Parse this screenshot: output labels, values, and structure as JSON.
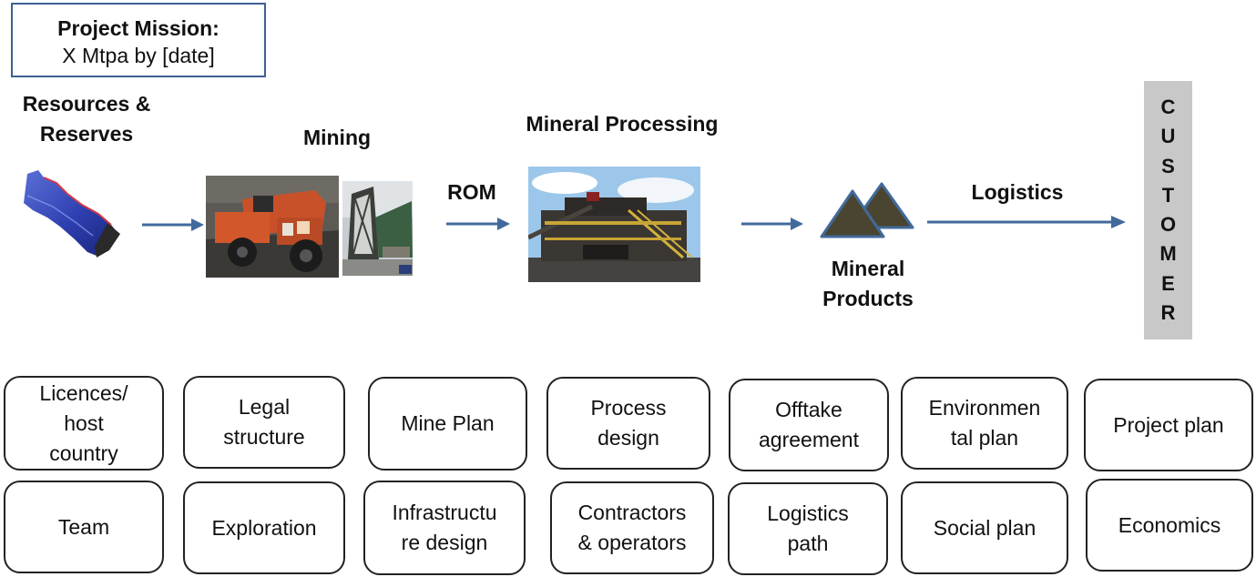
{
  "mission": {
    "title": "Project Mission:",
    "subtitle": "X Mtpa by [date]"
  },
  "stages": {
    "resources": "Resources &\nReserves",
    "mining": "Mining",
    "rom": "ROM",
    "processing": "Mineral Processing",
    "products": "Mineral\nProducts",
    "logistics": "Logistics"
  },
  "customer": [
    "C",
    "U",
    "S",
    "T",
    "O",
    "M",
    "E",
    "R"
  ],
  "boxes_row1": [
    "Licences/\nhost\ncountry",
    "Legal\nstructure",
    "Mine Plan",
    "Process\ndesign",
    "Offtake\nagreement",
    "Environmen\ntal plan",
    "Project plan"
  ],
  "boxes_row2": [
    "Team",
    "Exploration",
    "Infrastructu\nre design",
    "Contractors\n& operators",
    "Logistics\npath",
    "Social plan",
    "Economics"
  ],
  "colors": {
    "arrow": "#416a9c",
    "border": "#3f5f94",
    "triangle": "#4a4530",
    "customer_bg": "#c8c8c8"
  }
}
